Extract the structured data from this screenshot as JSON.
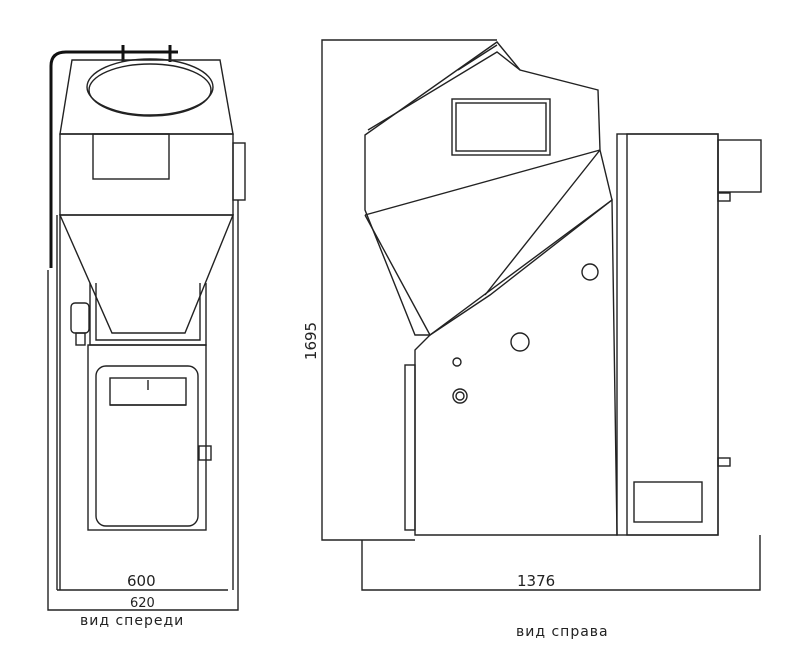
{
  "front_view": {
    "title": "вид спереди",
    "dim_inner_width": "600",
    "dim_outer_width": "620"
  },
  "side_view": {
    "title": "вид справа",
    "dim_height": "1695",
    "dim_length": "1376"
  }
}
